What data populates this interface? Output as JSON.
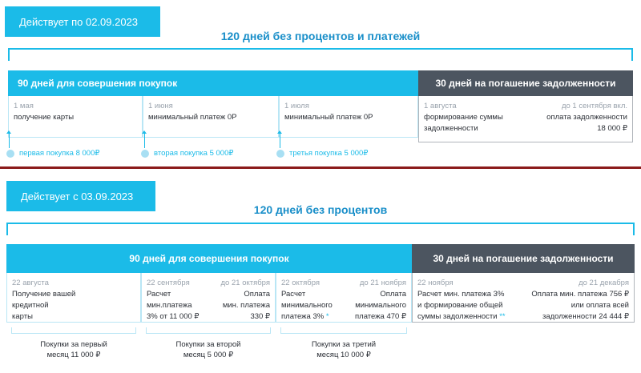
{
  "top": {
    "badge": "Действует по 02.09.2023",
    "span_title": "120 дней без процентов и платежей",
    "bar_blue": "90 дней для совершения покупок",
    "bar_dark": "30 дней на погашение задолженности",
    "cells": [
      {
        "date": "1 мая",
        "text": "получение карты"
      },
      {
        "date": "1 июня",
        "text": "минимальный платеж 0Р"
      },
      {
        "date": "1 июля",
        "text": "минимальный платеж 0Р"
      }
    ],
    "last_cell": {
      "date_left": "1 августа",
      "date_right": "до 1 сентября вкл.",
      "left_text": "формирование суммы задолженности",
      "right_line1": "оплата задолженности",
      "right_line2": "18 000 ₽"
    },
    "markers": [
      "первая покупка 8 000₽",
      "вторая покупка 5 000₽",
      "третья покупка 5 000₽"
    ]
  },
  "bottom": {
    "badge": "Действует с 03.09.2023",
    "span_title": "120 дней без процентов",
    "bar_blue": "90 дней для совершения покупок",
    "bar_dark": "30 дней на погашение задолженности",
    "cell1": {
      "date": "22 августа",
      "lines": [
        "Получение вашей",
        "кредитной",
        "карты"
      ]
    },
    "cell2": {
      "date_left": "22 сентября",
      "date_right": "до 21 октября",
      "left": [
        "Расчет",
        "мин.платежа",
        "3% от 11 000 ₽"
      ],
      "right": [
        "Оплата",
        "мин. платежа",
        "330 ₽"
      ]
    },
    "cell3": {
      "date_left": "22 октября",
      "date_right": "до 21 ноября",
      "left": [
        "Расчет",
        "минимального",
        "платежа 3%"
      ],
      "left_star": "*",
      "right": [
        "Оплата",
        "минимального",
        "платежа 470 ₽"
      ]
    },
    "cell4": {
      "date_left": "22 ноября",
      "date_right": "до 21 декабря",
      "left": [
        "Расчет мин. платежа 3%",
        "и формирование общей",
        "суммы задолженности"
      ],
      "left_star": "**",
      "right": [
        "Оплата мин. платежа 756 ₽",
        "или оплата всей",
        "задолженности 24 444 ₽"
      ]
    },
    "notes": [
      [
        "Покупки за первый",
        "месяц 11 000 ₽"
      ],
      [
        "Покупки за второй",
        "месяц 5 000 ₽"
      ],
      [
        "Покупки за третий",
        "месяц 10 000 ₽"
      ]
    ]
  }
}
